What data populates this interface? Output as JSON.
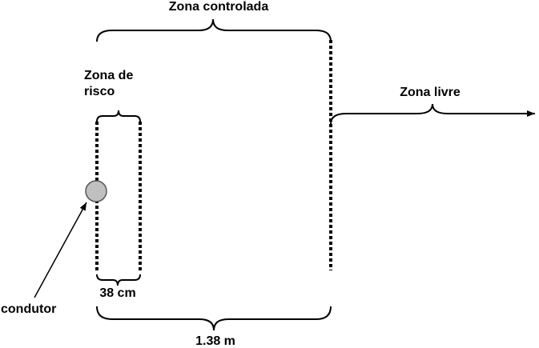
{
  "labels": {
    "controlled_zone": "Zona controlada",
    "risk_zone_line1": "Zona de",
    "risk_zone_line2": "risco",
    "free_zone": "Zona livre",
    "risk_width": "38 cm",
    "controlled_width": "1.38 m",
    "conductor": "condutor"
  },
  "colors": {
    "line": "#000000",
    "conductor_fill": "#c0c0c0",
    "background": "#ffffff"
  }
}
